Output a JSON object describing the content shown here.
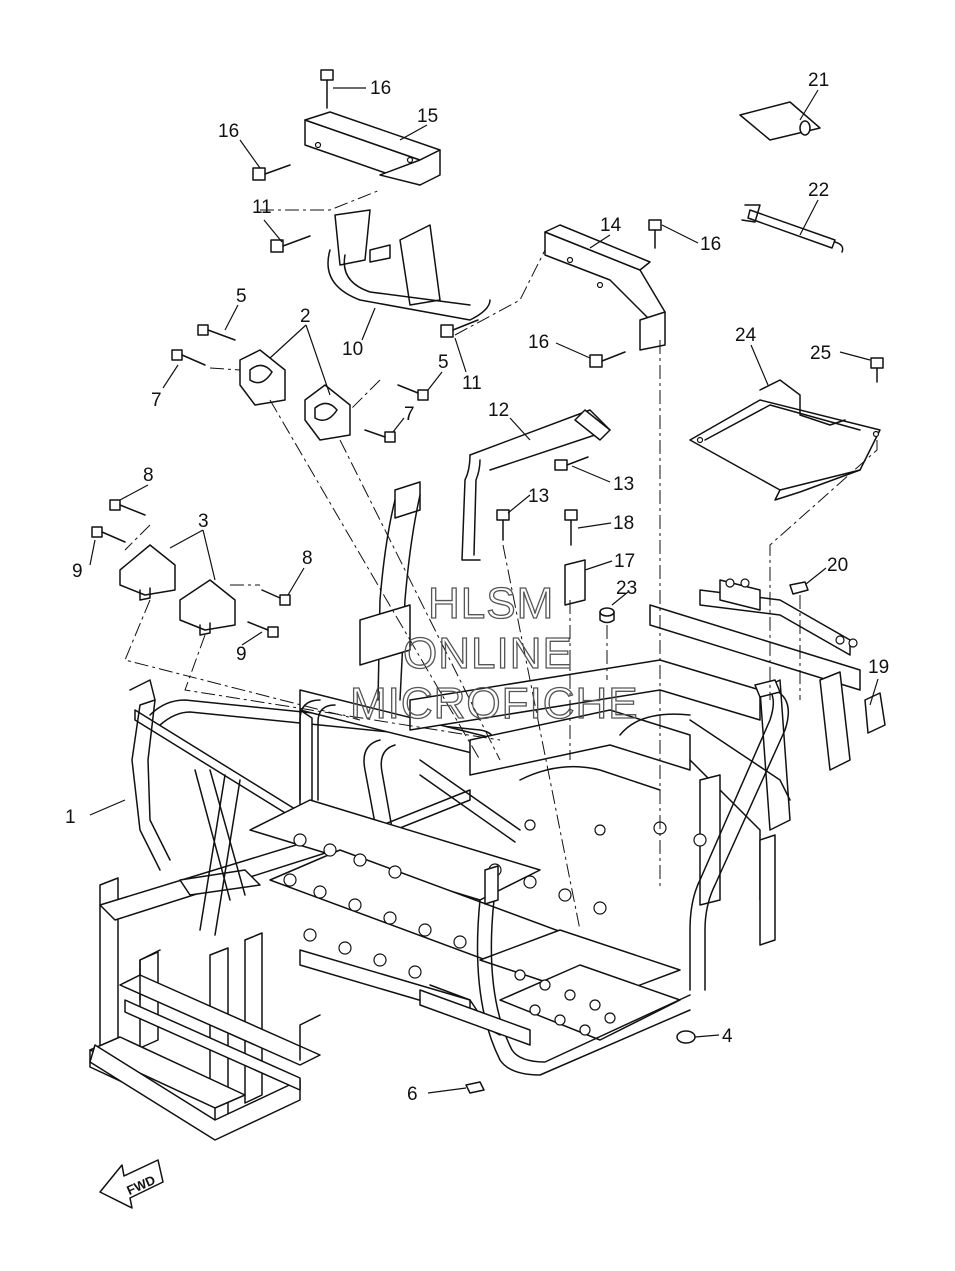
{
  "diagram": {
    "callouts": [
      {
        "id": "c1",
        "label": "1"
      },
      {
        "id": "c2",
        "label": "2"
      },
      {
        "id": "c3",
        "label": "3"
      },
      {
        "id": "c4",
        "label": "4"
      },
      {
        "id": "c5a",
        "label": "5"
      },
      {
        "id": "c5b",
        "label": "5"
      },
      {
        "id": "c6",
        "label": "6"
      },
      {
        "id": "c7a",
        "label": "7"
      },
      {
        "id": "c7b",
        "label": "7"
      },
      {
        "id": "c8a",
        "label": "8"
      },
      {
        "id": "c8b",
        "label": "8"
      },
      {
        "id": "c9a",
        "label": "9"
      },
      {
        "id": "c9b",
        "label": "9"
      },
      {
        "id": "c10",
        "label": "10"
      },
      {
        "id": "c11a",
        "label": "11"
      },
      {
        "id": "c11b",
        "label": "11"
      },
      {
        "id": "c12",
        "label": "12"
      },
      {
        "id": "c13a",
        "label": "13"
      },
      {
        "id": "c13b",
        "label": "13"
      },
      {
        "id": "c14",
        "label": "14"
      },
      {
        "id": "c15",
        "label": "15"
      },
      {
        "id": "c16a",
        "label": "16"
      },
      {
        "id": "c16b",
        "label": "16"
      },
      {
        "id": "c16c",
        "label": "16"
      },
      {
        "id": "c16d",
        "label": "16"
      },
      {
        "id": "c17",
        "label": "17"
      },
      {
        "id": "c18",
        "label": "18"
      },
      {
        "id": "c19",
        "label": "19"
      },
      {
        "id": "c20",
        "label": "20"
      },
      {
        "id": "c21",
        "label": "21"
      },
      {
        "id": "c22",
        "label": "22"
      },
      {
        "id": "c23",
        "label": "23"
      },
      {
        "id": "c24",
        "label": "24"
      },
      {
        "id": "c25",
        "label": "25"
      }
    ],
    "watermark": [
      "HLSM",
      "ONLINE",
      "MICROFICHE"
    ],
    "direction_arrow": "FWD"
  }
}
